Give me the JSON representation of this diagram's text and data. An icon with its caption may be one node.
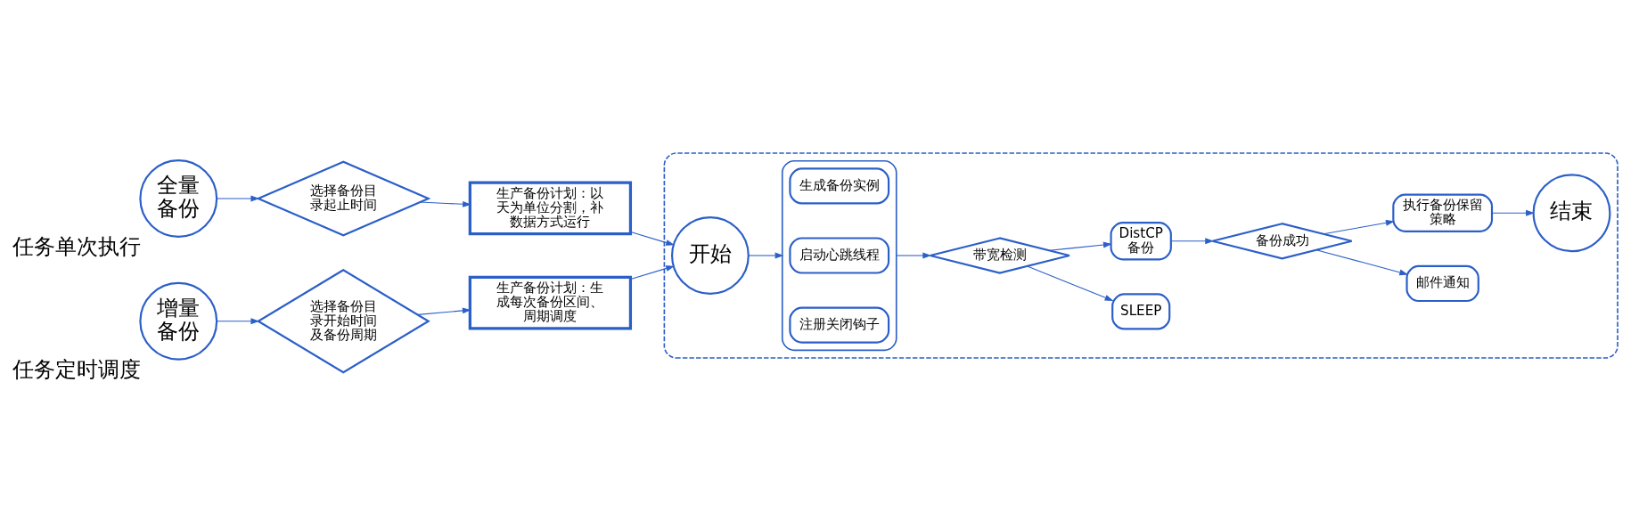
{
  "diagram": {
    "nodes": [
      {
        "text": [
          "全量备份"
        ],
        "beside": [
          "任务单次执行"
        ]
      },
      {
        "text": [
          "选择备份目录起止时间"
        ]
      },
      {
        "text": [
          "生产备份计划：以天为单位分割，补数据方式运行"
        ]
      },
      {
        "text": [
          "增量备份"
        ],
        "beside": [
          "任务定时调度"
        ]
      },
      {
        "text": [
          "选择备份目录开始时间及备份周期"
        ]
      },
      {
        "text": [
          "生产备份计划：生成每次备份区间、周期调度"
        ]
      },
      {
        "text": [],
        "shape": "box"
      },
      {
        "text": [
          "开始"
        ],
        "in": 6
      },
      {
        "text": [],
        "shape": "box",
        "in": 6
      },
      {
        "text": [
          "生成备份实例"
        ],
        "in": 8
      },
      {
        "text": [
          "启动心跳线程"
        ],
        "in": 8
      },
      {
        "text": [
          "注册关闭钩子"
        ],
        "in": 8
      },
      {
        "text": [
          "带宽检测"
        ],
        "in": 6
      },
      {
        "text": [
          "SLEEP"
        ],
        "in": 6
      },
      {
        "text": [
          "DistCP备份"
        ],
        "in": 6
      },
      {
        "text": [
          "备份成功"
        ],
        "in": 6
      },
      {
        "text": [
          "邮件通知"
        ],
        "in": 6
      },
      {
        "text": [
          "执行备份保留策略"
        ],
        "in": 6
      },
      {
        "text": [
          "结束"
        ],
        "in": 6
      }
    ],
    "edges": [
      {
        "from": 0,
        "to": 1,
        "arrow": "to"
      },
      {
        "from": 1,
        "to": 2,
        "arrow": "to"
      },
      {
        "from": 3,
        "to": 4,
        "arrow": "to"
      },
      {
        "from": 4,
        "to": 5,
        "arrow": "to"
      },
      {
        "from": 2,
        "to": 7,
        "arrow": "to"
      },
      {
        "from": 5,
        "to": 7,
        "arrow": "to"
      },
      {
        "from": 7,
        "to": 8,
        "arrow": "to"
      },
      {
        "from": 8,
        "to": 12,
        "arrow": "to"
      },
      {
        "from": 12,
        "to": 13,
        "arrow": "to"
      },
      {
        "from": 12,
        "to": 14,
        "arrow": "to"
      },
      {
        "from": 14,
        "to": 15,
        "arrow": "to"
      },
      {
        "from": 15,
        "to": 16,
        "arrow": "to"
      },
      {
        "from": 15,
        "to": 17,
        "arrow": "to"
      },
      {
        "from": 17,
        "to": 18,
        "arrow": "to"
      }
    ]
  }
}
